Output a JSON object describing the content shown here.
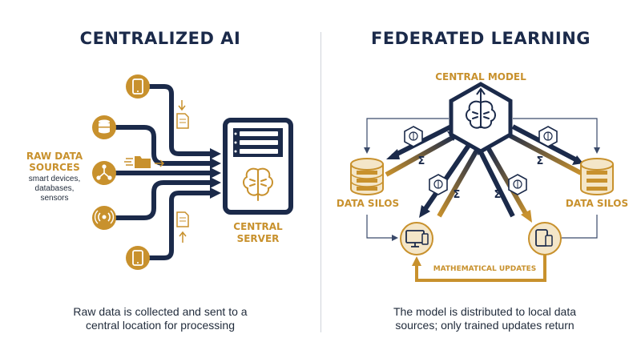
{
  "left_panel": {
    "title": "CENTRALIZED AI",
    "sources_label_line1": "RAW DATA",
    "sources_label_line2": "SOURCES",
    "sources_sub_line1": "smart devices,",
    "sources_sub_line2": "databases,",
    "sources_sub_line3": "sensors",
    "server_label_line1": "CENTRAL",
    "server_label_line2": "SERVER",
    "caption_line1": "Raw data is collected and sent to a",
    "caption_line2": "central location for processing",
    "source_icons": [
      "smartphone-icon",
      "database-icon",
      "network-icon",
      "sensor-icon",
      "smartphone-icon"
    ]
  },
  "right_panel": {
    "title": "FEDERATED LEARNING",
    "central_model_label": "CENTRAL MODEL",
    "data_silos_left": "DATA SILOS",
    "data_silos_right": "DATA SILOS",
    "math_updates_label": "MATHEMATICAL UPDATES",
    "sigma_symbol": "Σ",
    "caption_line1": "The model is distributed to local data",
    "caption_line2": "sources; only trained updates return"
  },
  "colors": {
    "navy": "#1b2a4a",
    "gold": "#c8912d",
    "light_gold": "#f4e6c8",
    "gray": "#7a8492"
  }
}
